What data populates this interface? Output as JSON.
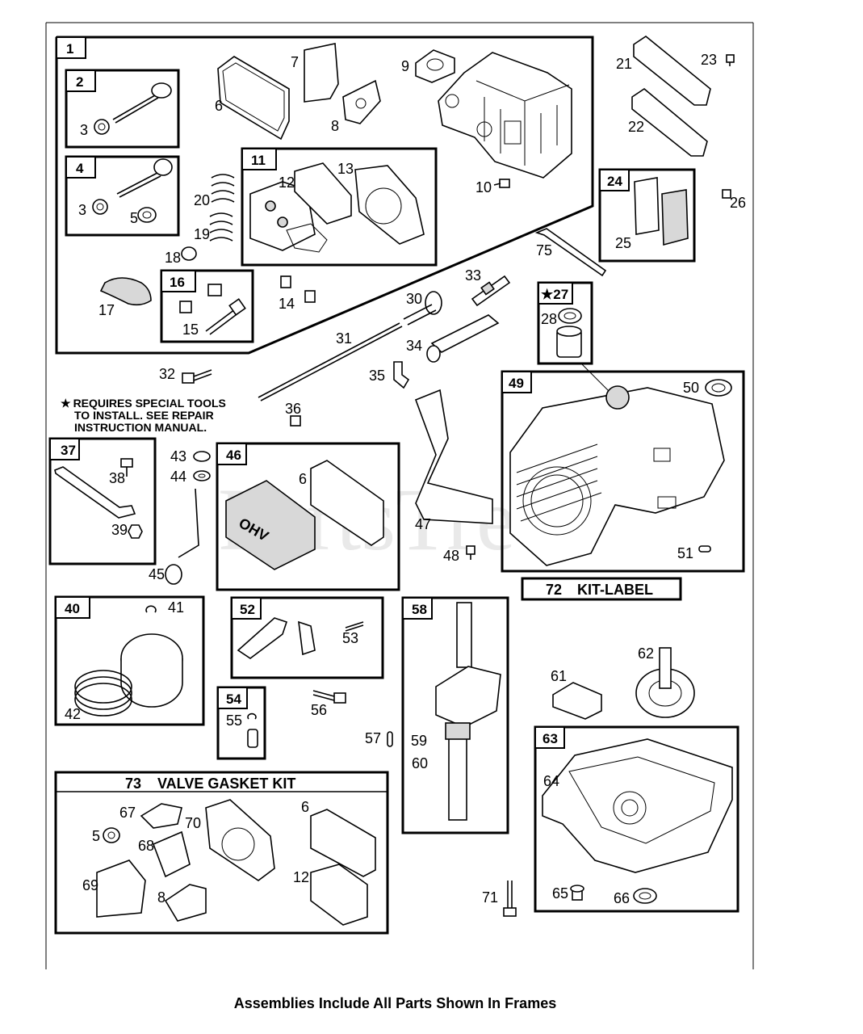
{
  "footer": "Assemblies Include All Parts Shown In Frames",
  "watermark": "PartsTree",
  "note": {
    "star": "★",
    "line1": "REQUIRES SPECIAL TOOLS",
    "line2": "TO INSTALL.  SEE REPAIR",
    "line3": "INSTRUCTION MANUAL."
  },
  "kit_label": {
    "number": "72",
    "text": "KIT-LABEL"
  },
  "valve_gasket_kit": {
    "number": "73",
    "text": "VALVE GASKET KIT"
  },
  "cover_text": "OHV",
  "frames": {
    "f1": "1",
    "f2": "2",
    "f4": "4",
    "f11": "11",
    "f16": "16",
    "f24": "24",
    "f27": "★27",
    "f37": "37",
    "f40": "40",
    "f46": "46",
    "f49": "49",
    "f52": "52",
    "f54": "54",
    "f58": "58",
    "f63": "63"
  },
  "labels": {
    "l3a": "3",
    "l3b": "3",
    "l5a": "5",
    "l5b": "5",
    "l6a": "6",
    "l6b": "6",
    "l6c": "6",
    "l7": "7",
    "l8a": "8",
    "l8b": "8",
    "l9": "9",
    "l10": "10",
    "l12a": "12",
    "l12b": "12",
    "l13": "13",
    "l14": "14",
    "l15": "15",
    "l17": "17",
    "l18": "18",
    "l19": "19",
    "l20": "20",
    "l21": "21",
    "l22": "22",
    "l23": "23",
    "l25": "25",
    "l26": "26",
    "l28": "28",
    "l30": "30",
    "l31": "31",
    "l32": "32",
    "l33": "33",
    "l34": "34",
    "l35": "35",
    "l36": "36",
    "l38": "38",
    "l39": "39",
    "l41": "41",
    "l42": "42",
    "l43": "43",
    "l44": "44",
    "l45": "45",
    "l47": "47",
    "l48": "48",
    "l50": "50",
    "l51": "51",
    "l53": "53",
    "l55": "55",
    "l56": "56",
    "l57": "57",
    "l59": "59",
    "l60": "60",
    "l61": "61",
    "l62": "62",
    "l64": "64",
    "l65": "65",
    "l66": "66",
    "l67": "67",
    "l68": "68",
    "l69": "69",
    "l70": "70",
    "l71": "71",
    "l75": "75"
  }
}
